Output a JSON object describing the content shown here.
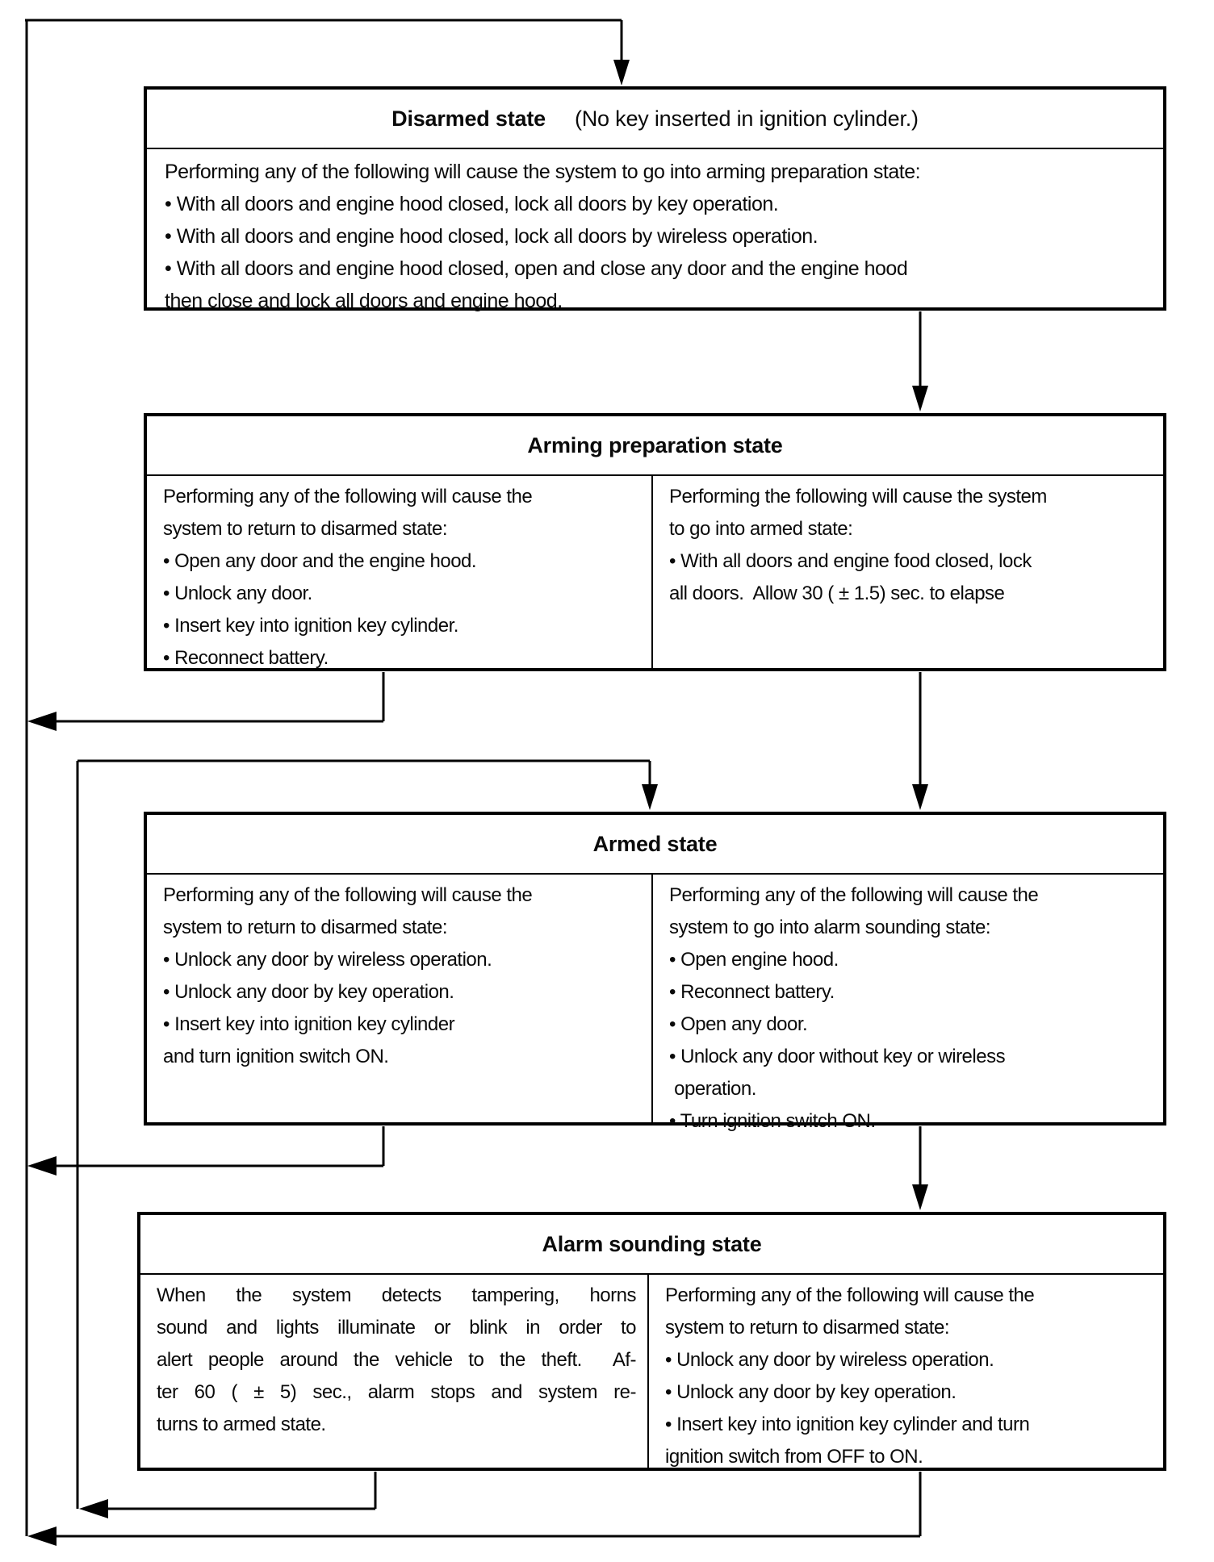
{
  "colors": {
    "ink": "#000000",
    "background": "#ffffff"
  },
  "diagram": {
    "boxes": [
      {
        "id": "disarmed",
        "title": "Disarmed state",
        "title_note": "(No key inserted in ignition cylinder.)",
        "body": [
          "Performing any of the following will cause the system to go into arming preparation state:",
          "• With all doors and engine hood closed, lock all doors by key operation.",
          "• With all doors and engine hood closed, lock all doors by wireless operation.",
          "• With all doors and engine hood closed, open and close any door and the engine hood",
          "then close and lock all doors and engine hood."
        ]
      },
      {
        "id": "arming-preparation",
        "title": "Arming preparation state",
        "left": [
          "Performing any of the following will cause the",
          "system to return to disarmed state:",
          "• Open any door and the engine hood.",
          "• Unlock any door.",
          "• Insert key into ignition key cylinder.",
          "• Reconnect battery."
        ],
        "right": [
          "Performing the following will cause the system",
          "to go into armed state:",
          "• With all doors and engine food closed, lock",
          "all doors.  Allow 30 ( ± 1.5) sec. to elapse"
        ]
      },
      {
        "id": "armed",
        "title": "Armed state",
        "left": [
          "Performing any of the following will cause the",
          "system to return to disarmed state:",
          "• Unlock any door by wireless operation.",
          "• Unlock any door by key operation.",
          "• Insert key into ignition key cylinder",
          "and turn ignition switch ON."
        ],
        "right": [
          "Performing any of the following will cause the",
          "system to go into alarm sounding state:",
          "• Open engine hood.",
          "• Reconnect battery.",
          "• Open any door.",
          "• Unlock any door without key or wireless",
          " operation.",
          "• Turn ignition switch ON."
        ]
      },
      {
        "id": "alarm-sounding",
        "title": "Alarm sounding state",
        "left": [
          "When the system detects tampering, horns",
          "sound and lights illuminate or blink in order to",
          "alert people around the vehicle to the theft.  Af-",
          "ter 60 ( ± 5) sec., alarm stops and system re-",
          "turns to armed state."
        ],
        "right": [
          "Performing any of the following will cause the",
          "system to return to disarmed state:",
          "• Unlock any door by wireless operation.",
          "• Unlock any door by key operation.",
          "• Insert key into ignition key cylinder and turn",
          "ignition switch from OFF to ON."
        ]
      }
    ]
  }
}
